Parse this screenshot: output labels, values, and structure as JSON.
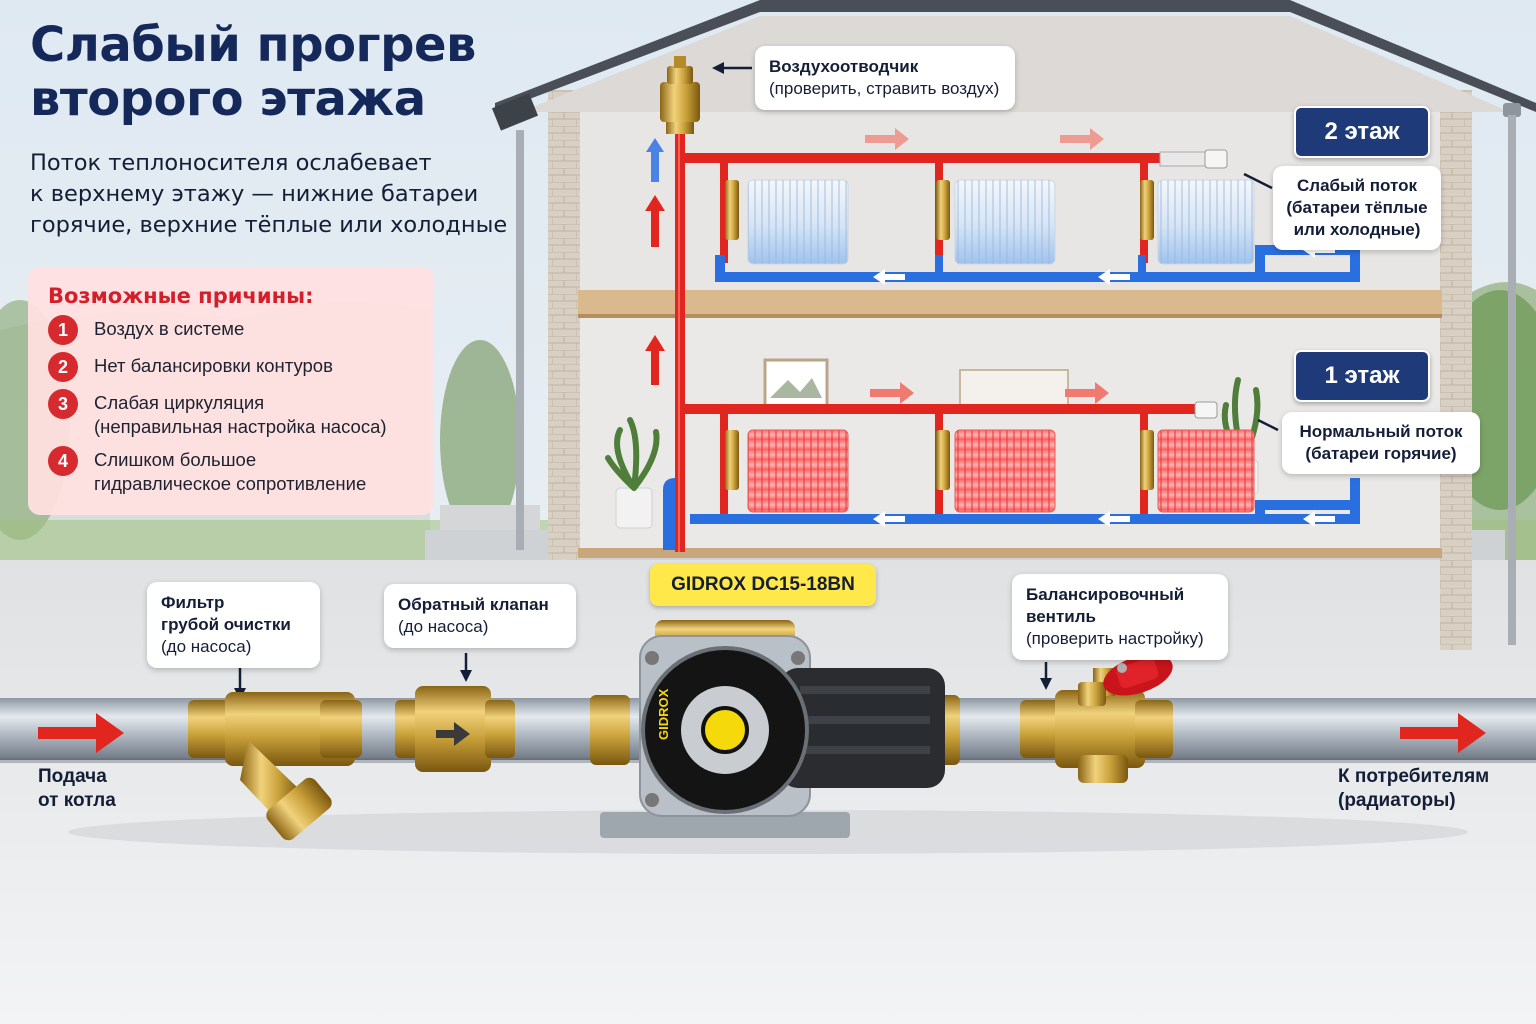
{
  "title": {
    "line1": "Слабый прогрев",
    "line2": "второго этажа"
  },
  "subtitle": {
    "line1": "Поток теплоносителя ослабевает",
    "line2": "к верхнему этажу — нижние батареи",
    "line3": "горячие, верхние тёплые или холодные"
  },
  "causes": {
    "heading": "Возможные причины:",
    "items": [
      {
        "num": "1",
        "line1": "Воздух в системе",
        "line2": ""
      },
      {
        "num": "2",
        "line1": "Нет балансировки контуров",
        "line2": ""
      },
      {
        "num": "3",
        "line1": "Слабая циркуляция",
        "line2": "(неправильная настройка насоса)"
      },
      {
        "num": "4",
        "line1": "Слишком большое",
        "line2": "гидравлическое сопротивление"
      }
    ]
  },
  "air_vent": {
    "label": "Воздухоотводчик",
    "note": "(проверить, стравить воздух)"
  },
  "floors": {
    "second": {
      "badge": "2 этаж",
      "callout_line1": "Слабый поток",
      "callout_line2": "(батареи тёплые",
      "callout_line3": "или холодные)"
    },
    "first": {
      "badge": "1 этаж",
      "callout_line1": "Нормальный поток",
      "callout_line2": "(батареи горячие)"
    }
  },
  "pump": {
    "model": "GIDROX DC15-18BN",
    "brand": "GIDROX"
  },
  "filter": {
    "line1": "Фильтр",
    "line2": "грубой очистки",
    "note": "(до насоса)"
  },
  "check_valve": {
    "label": "Обратный клапан",
    "note": "(до насоса)"
  },
  "balancing_valve": {
    "line1": "Балансировочный",
    "line2": "вентиль",
    "note": "(проверить настройку)"
  },
  "supply": {
    "line1": "Подача",
    "line2": "от котла"
  },
  "consumers": {
    "line1": "К потребителям",
    "line2": "(радиаторы)"
  },
  "colors": {
    "title": "#14285a",
    "hot_pipe": "#e0261e",
    "cold_pipe": "#2a6fe0",
    "badge_red": "#d62a2f",
    "floor_badge": "#1e3a78",
    "pump_label": "#ffe94a",
    "brass": "#c9a13a"
  },
  "icons": [
    "arrow-right-icon",
    "arrow-up-icon",
    "valve-handle-icon",
    "flow-arrow-icon"
  ]
}
